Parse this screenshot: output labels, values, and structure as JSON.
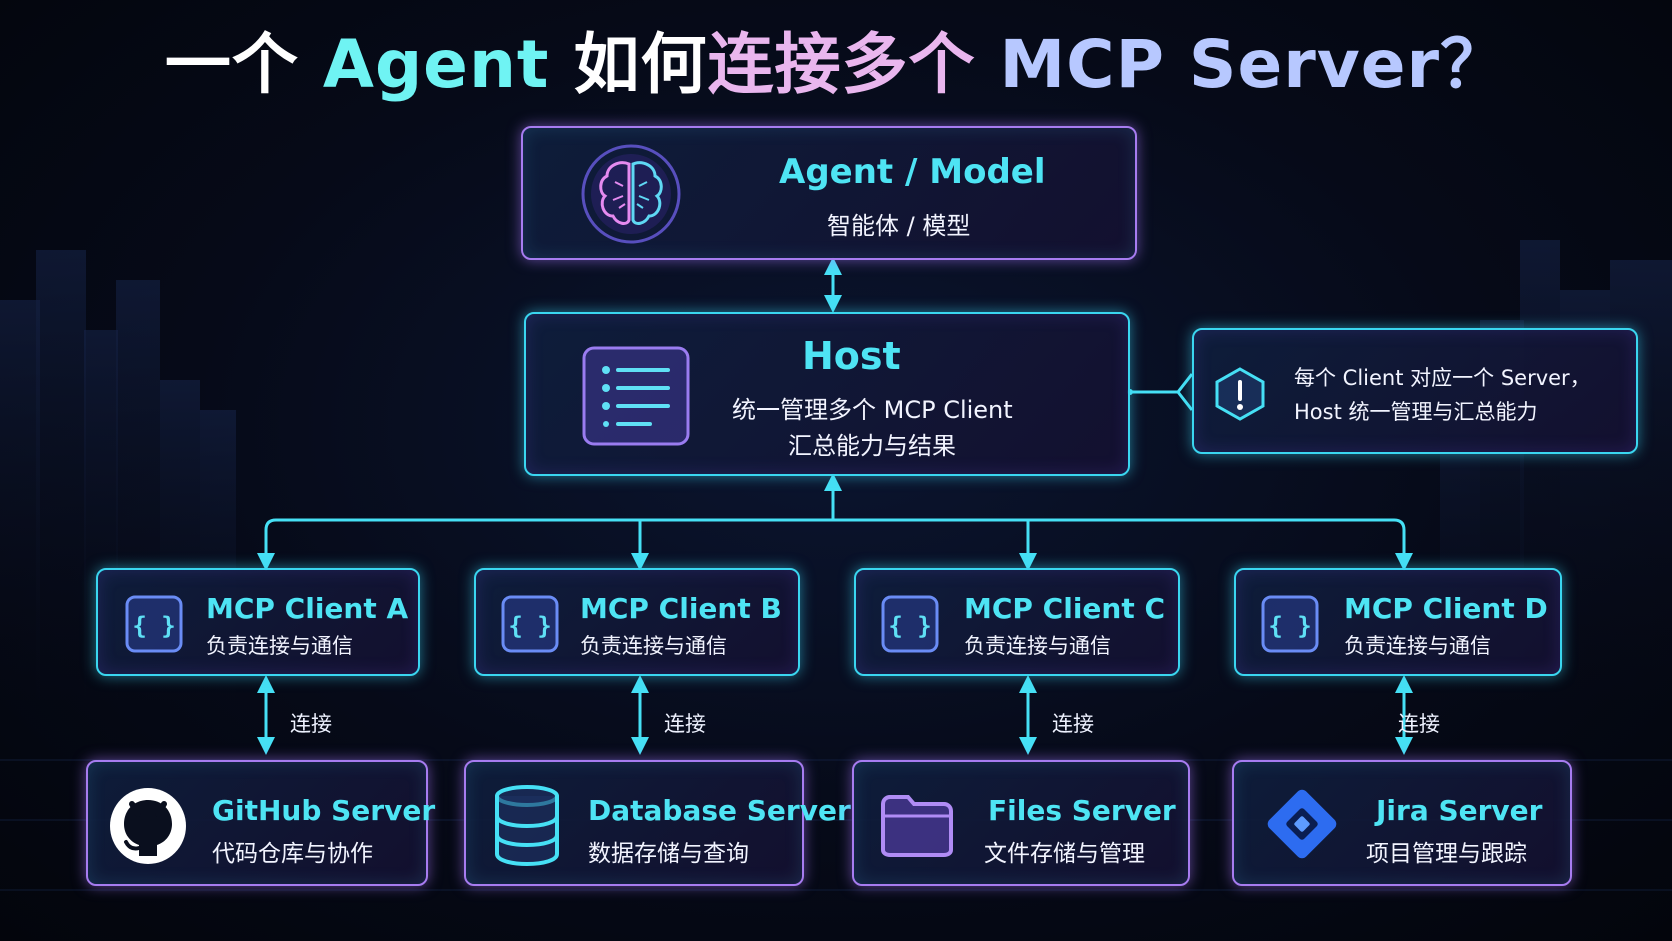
{
  "title": {
    "part1": "一个",
    "part2": "Agent",
    "part3": "如何",
    "part4": "连接多个",
    "part5": "MCP Server？"
  },
  "agent": {
    "title": "Agent / Model",
    "subtitle": "智能体 / 模型",
    "icon": "brain-icon"
  },
  "host": {
    "title": "Host",
    "line1": "统一管理多个 MCP Client",
    "line2": "汇总能力与结果",
    "icon": "list-icon"
  },
  "note": {
    "line1": "每个 Client 对应一个 Server，",
    "line2": "Host 统一管理与汇总能力",
    "icon": "alert-icon"
  },
  "clients": [
    {
      "title": "MCP Client A",
      "subtitle": "负责连接与通信",
      "icon": "braces-icon"
    },
    {
      "title": "MCP Client B",
      "subtitle": "负责连接与通信",
      "icon": "braces-icon"
    },
    {
      "title": "MCP Client C",
      "subtitle": "负责连接与通信",
      "icon": "braces-icon"
    },
    {
      "title": "MCP Client D",
      "subtitle": "负责连接与通信",
      "icon": "braces-icon"
    }
  ],
  "connect_label": "连接",
  "servers": [
    {
      "title": "GitHub Server",
      "subtitle": "代码仓库与协作",
      "icon": "github-icon"
    },
    {
      "title": "Database Server",
      "subtitle": "数据存储与查询",
      "icon": "database-icon"
    },
    {
      "title": "Files Server",
      "subtitle": "文件存储与管理",
      "icon": "folder-icon"
    },
    {
      "title": "Jira Server",
      "subtitle": "项目管理与跟踪",
      "icon": "jira-icon"
    }
  ],
  "colors": {
    "cyan": "#3ad6f0",
    "purple": "#a77cf0",
    "title_cyan": "#4ee4f4"
  }
}
